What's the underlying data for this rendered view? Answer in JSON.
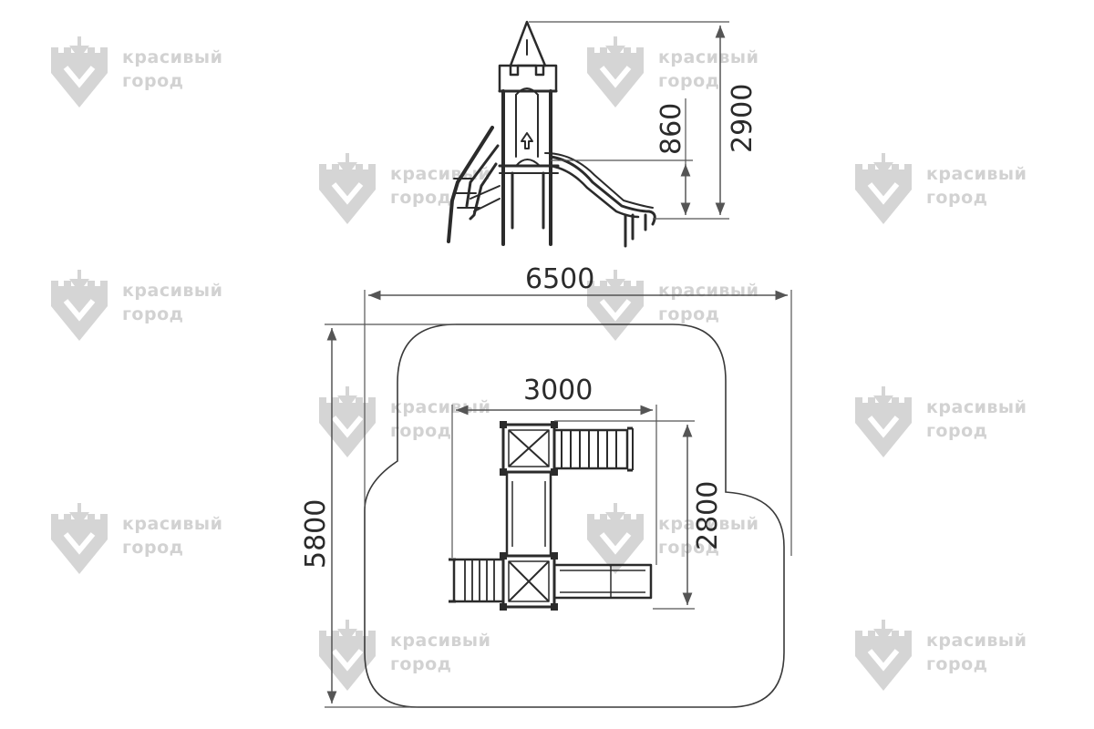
{
  "watermark": {
    "line1": "красивый",
    "line2": "город"
  },
  "side_view": {
    "height_total": "2900",
    "platform_height": "860"
  },
  "plan_view": {
    "zone_width": "6500",
    "zone_length": "5800",
    "structure_width": "3000",
    "structure_length": "2800"
  },
  "colors": {
    "line": "#2b2b2b",
    "dimension": "#555555",
    "watermark": "#d5d5d5"
  }
}
